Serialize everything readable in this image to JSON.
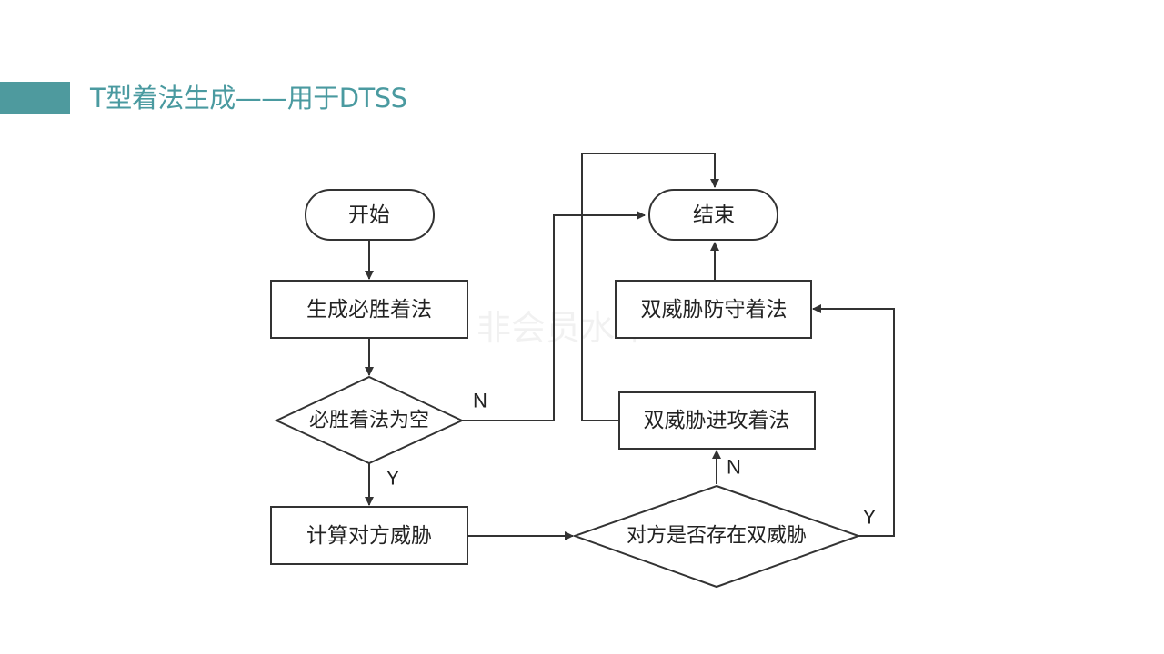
{
  "title": "T型着法生成——用于DTSS",
  "watermark": "非会员水印",
  "colors": {
    "accent": "#4e9a9e",
    "title": "#4a9aa0",
    "stroke": "#333333"
  },
  "flowchart": {
    "nodes": {
      "start": "开始",
      "end": "结束",
      "gen_win": "生成必胜着法",
      "win_empty": "必胜着法为空",
      "calc_threat": "计算对方威胁",
      "opp_double": "对方是否存在双威胁",
      "double_attack": "双威胁进攻着法",
      "double_defend": "双威胁防守着法"
    },
    "edges": {
      "win_empty_no": "N",
      "win_empty_yes": "Y",
      "opp_double_no": "N",
      "opp_double_yes": "Y"
    }
  }
}
